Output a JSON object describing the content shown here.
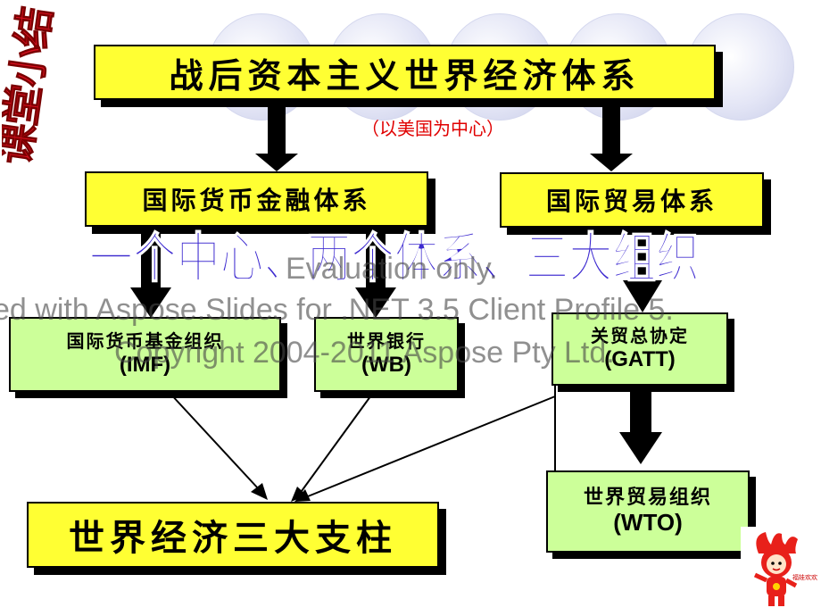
{
  "sidebar_title": "课堂小结",
  "main_title": "战后资本主义世界经济体系",
  "subtitle": "（以美国为中心）",
  "system_monetary": "国际货币金融体系",
  "system_trade": "国际贸易体系",
  "slogan": "一个中心、两个体系、三大组织",
  "org_imf": {
    "cn": "国际货币基金组织",
    "en": "(IMF)"
  },
  "org_wb": {
    "cn": "世界银行",
    "en": "(WB)"
  },
  "org_gatt": {
    "cn": "关贸总协定",
    "en": "(GATT)"
  },
  "org_wto": {
    "cn": "世界贸易组织",
    "en": "(WTO)"
  },
  "pillars": "世界经济三大支柱",
  "watermark": {
    "line1": "Evaluation only.",
    "line2": "ed with Aspose.Slides for .NET 3.5 Client Profile 5.",
    "line3": "Copyright 2004-2011 Aspose Pty Ltd."
  },
  "mascot_caption": "福娃欢欢",
  "colors": {
    "yellow_box": "#ffff33",
    "green_box": "#ccff99",
    "title_red": "#cc0000",
    "slogan_purple": "#3d2ad0"
  }
}
